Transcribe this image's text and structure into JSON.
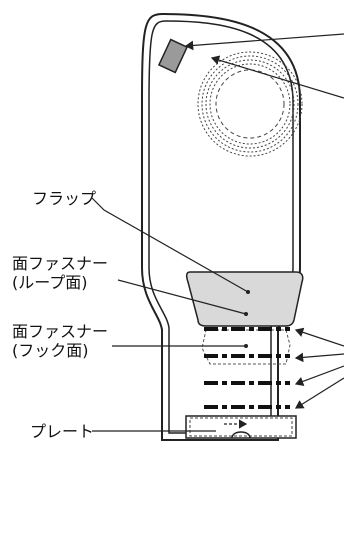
{
  "labels": {
    "flap": "フラップ",
    "loop_fastener": "面ファスナー\n(ループ面)",
    "hook_fastener": "面ファスナー\n(フック面)",
    "plate": "プレート"
  },
  "colors": {
    "outline": "#222222",
    "flap_fill": "#d9d9d9",
    "tab_fill": "#9a9a9a",
    "background": "#ffffff"
  }
}
